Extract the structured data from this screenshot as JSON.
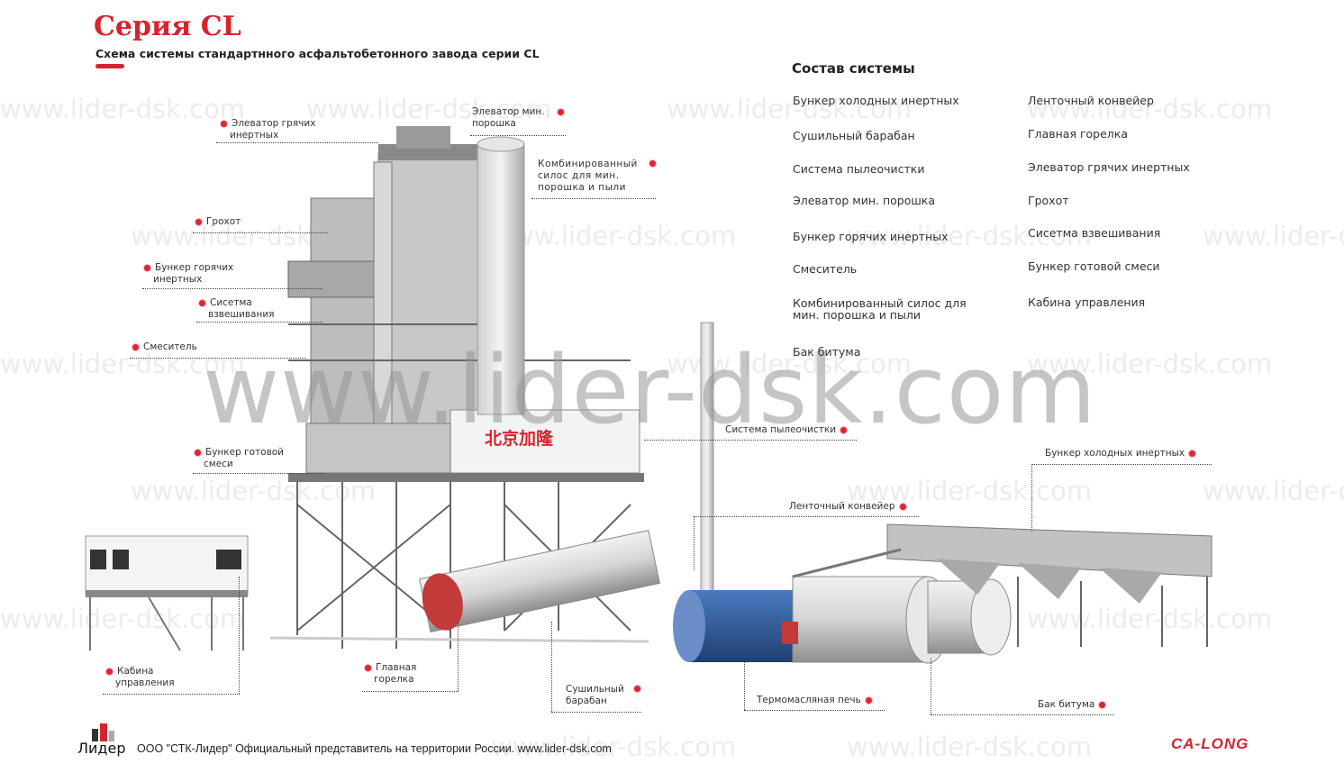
{
  "header": {
    "title": "Серия CL",
    "subtitle": "Схема системы стандартнного асфальтобетонного завода серии CL"
  },
  "composition": {
    "title": "Состав системы",
    "left": [
      "Бункер холодных инертных",
      "Сушильный барабан",
      "Система пылеочистки",
      "Элеватор мин. порошка",
      "Бункер горячих инертных",
      "Смеситель",
      "Комбинированный силос для мин. порошка и пыли",
      "Бак битума"
    ],
    "right": [
      "Ленточный конвейер",
      "Главная горелка",
      "Элеватор грячих инертных",
      "Грохот",
      "Сисетма взвешивания",
      "Бункер готовой смеси",
      "Кабина управления"
    ]
  },
  "callouts": {
    "hot_elevator": "Элеватор грячих инертных",
    "powder_elevator": "Элеватор мин. порошка",
    "silo": "Комбинированный силос для мин. порошка и пыли",
    "screen": "Грохот",
    "hot_bin": "Бункер горячих инертных",
    "weighing": "Сисетма взвешивания",
    "mixer": "Смеситель",
    "mix_bin": "Бункер готовой смеси",
    "dust": "Система пылеочистки",
    "cold_bin": "Бункер холодных инертных",
    "conveyor": "Ленточный конвейер",
    "cabin": "Кабина управления",
    "burner": "Главная горелка",
    "drum": "Сушильный барабан",
    "oil_heater": "Термомасляная печь",
    "bitumen": "Бак битума"
  },
  "watermark": "www.lider-dsk.com",
  "plant_brand": "北京加隆",
  "footer": {
    "logo": "Лидер",
    "text": "ООО \"СТК-Лидер\" Официальный представитель на территории России. www.lider-dsk.com",
    "brand": "CA-LONG"
  },
  "colors": {
    "accent": "#d7232f",
    "steel": "#9a9a9a",
    "tank_blue": "#2f5f9e"
  }
}
